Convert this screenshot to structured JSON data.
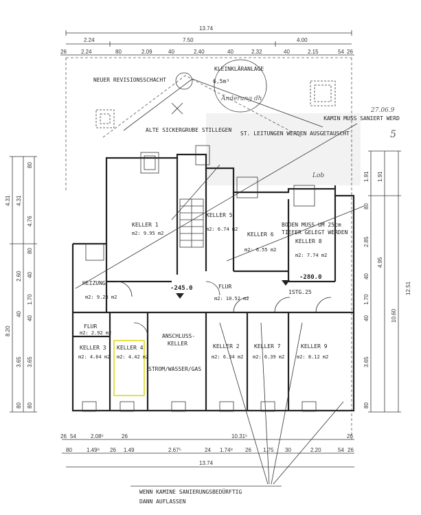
{
  "dims_top": {
    "total": "13.74",
    "row2": [
      "2.24",
      "7.50",
      "4.00"
    ],
    "row3": [
      "26",
      "2.24",
      "80",
      "2.09",
      "40",
      "2.40",
      "40",
      "2.32",
      "40",
      "2.15",
      "54",
      "26"
    ]
  },
  "dims_bottom": {
    "row1": [
      "26",
      "54",
      "2.08⁵",
      "26",
      "10.31⁵",
      "26"
    ],
    "row2": [
      "80",
      "1.49⁸",
      "26",
      "1.49",
      "2.67⁵",
      "24",
      "1.74⁸",
      "26",
      "1.75",
      "30",
      "2.20",
      "54",
      "26"
    ],
    "total": "13.74"
  },
  "dims_left": {
    "outer": [
      "4.31",
      "8.20"
    ],
    "inner": [
      "4.31",
      "2.60",
      "40",
      "3.65",
      "80"
    ],
    "detail": [
      "80",
      "4.76",
      "80",
      "40",
      "1.70",
      "40",
      "3.65",
      "80"
    ]
  },
  "dims_right": {
    "outer": [
      "12.51"
    ],
    "mid": [
      "1.91",
      "4.95",
      "10.60"
    ],
    "inner": [
      "1.91",
      "80",
      "2.85",
      "40",
      "1.70",
      "40",
      "3.65",
      "80"
    ]
  },
  "labels": {
    "revision_shaft": "NEUER REVISIONSSCHACHT",
    "sewage_plant": "KLEINKLÄRANLAGE",
    "sewage_volume": "6,5m³",
    "cesspit": "ALTE SICKERGRUBE STILLEGEN",
    "chimney_note": "KAMIN MUSS SANIERT WERD",
    "pipes_note": "ST. LEITUNGEN WERDEN AUSGETAUSCHT",
    "floor_note_1": "BODEN MUSS UM 25cm",
    "floor_note_2": "TIEFER GELEGT WERDEN",
    "bottom_note_1": "WENN KAMINE SANIERUNGSBEDÜRFTIG",
    "bottom_note_2": "DANN AUFLASSEN",
    "handwriting_1": "Änderung dh",
    "handwriting_2": "27.06.9",
    "handwriting_3": "5",
    "handwriting_4": "Lob"
  },
  "rooms": {
    "keller1": {
      "name": "KELLER 1",
      "area": "m2: 9.95 m2"
    },
    "keller5": {
      "name": "KELLER 5",
      "area": "m2: 6.74 m2"
    },
    "keller6": {
      "name": "KELLER 6",
      "area": "m2: 6.55 m2"
    },
    "keller8": {
      "name": "KELLER 8",
      "area": "m2: 7.74 m2"
    },
    "heizung": {
      "name": "HEIZUNG",
      "area": "m2: 9.23 m2"
    },
    "flur_main": {
      "name": "FLUR",
      "area": "m2: 10.52 m2"
    },
    "flur_small": {
      "name": "FLUR",
      "area": "m2: 2.92 m2"
    },
    "keller3": {
      "name": "KELLER 3",
      "area": "m2: 4.64 m2"
    },
    "keller4": {
      "name": "KELLER 4",
      "area": "m2: 4.42 m2"
    },
    "anschluss": {
      "name_1": "ANSCHLUSS-",
      "name_2": "KELLER",
      "note": "STROM/WASSER/GAS"
    },
    "keller2": {
      "name": "KELLER 2",
      "area": "m2: 6.34 m2"
    },
    "keller7": {
      "name": "KELLER 7",
      "area": "m2: 6.39 m2"
    },
    "keller9": {
      "name": "KELLER 9",
      "area": "m2: 8.12 m2"
    }
  },
  "levels": {
    "level_1": "-245.0",
    "level_2": "-280.0"
  },
  "stair": {
    "label": "1STG.25"
  },
  "colors": {
    "highlight": "#e6e04a"
  }
}
